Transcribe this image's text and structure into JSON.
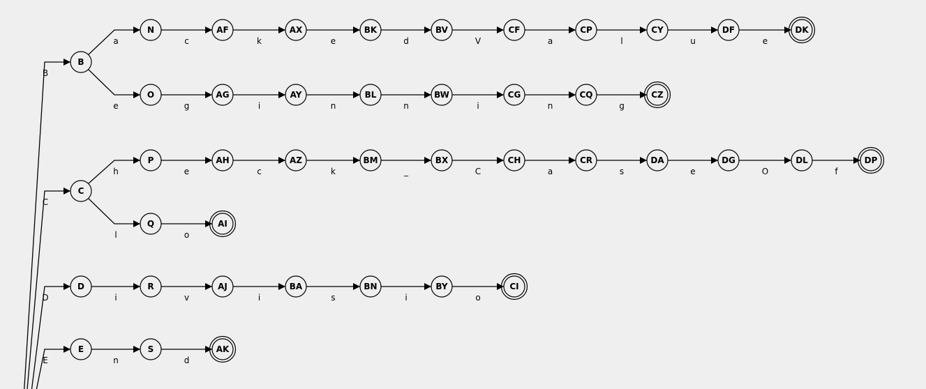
{
  "colors": {
    "background": "#efefef",
    "stroke": "#000000"
  },
  "nodes": [
    {
      "id": "B"
    },
    {
      "id": "C"
    },
    {
      "id": "D"
    },
    {
      "id": "E"
    },
    {
      "id": "N"
    },
    {
      "id": "AF"
    },
    {
      "id": "AX"
    },
    {
      "id": "BK"
    },
    {
      "id": "BV"
    },
    {
      "id": "CF"
    },
    {
      "id": "CP"
    },
    {
      "id": "CY"
    },
    {
      "id": "DF"
    },
    {
      "id": "DK",
      "accept": true
    },
    {
      "id": "O"
    },
    {
      "id": "AG"
    },
    {
      "id": "AY"
    },
    {
      "id": "BL"
    },
    {
      "id": "BW"
    },
    {
      "id": "CG"
    },
    {
      "id": "CQ"
    },
    {
      "id": "CZ",
      "accept": true
    },
    {
      "id": "P"
    },
    {
      "id": "AH"
    },
    {
      "id": "AZ"
    },
    {
      "id": "BM"
    },
    {
      "id": "BX"
    },
    {
      "id": "CH"
    },
    {
      "id": "CR"
    },
    {
      "id": "DA"
    },
    {
      "id": "DG"
    },
    {
      "id": "DL"
    },
    {
      "id": "DP",
      "accept": true
    },
    {
      "id": "Q"
    },
    {
      "id": "AI",
      "accept": true
    },
    {
      "id": "R"
    },
    {
      "id": "AJ"
    },
    {
      "id": "BA"
    },
    {
      "id": "BN"
    },
    {
      "id": "BY"
    },
    {
      "id": "CI",
      "accept": true
    },
    {
      "id": "S"
    },
    {
      "id": "AK",
      "accept": true
    }
  ],
  "edges": [
    {
      "from": "ROOT",
      "to": "B",
      "label": "B"
    },
    {
      "from": "ROOT",
      "to": "C",
      "label": "C"
    },
    {
      "from": "ROOT",
      "to": "D",
      "label": "D"
    },
    {
      "from": "ROOT",
      "to": "E",
      "label": "E"
    },
    {
      "from": "B",
      "to": "N",
      "label": "a"
    },
    {
      "from": "N",
      "to": "AF",
      "label": "c"
    },
    {
      "from": "AF",
      "to": "AX",
      "label": "k"
    },
    {
      "from": "AX",
      "to": "BK",
      "label": "e"
    },
    {
      "from": "BK",
      "to": "BV",
      "label": "d"
    },
    {
      "from": "BV",
      "to": "CF",
      "label": "V"
    },
    {
      "from": "CF",
      "to": "CP",
      "label": "a"
    },
    {
      "from": "CP",
      "to": "CY",
      "label": "l"
    },
    {
      "from": "CY",
      "to": "DF",
      "label": "u"
    },
    {
      "from": "DF",
      "to": "DK",
      "label": "e"
    },
    {
      "from": "B",
      "to": "O",
      "label": "e"
    },
    {
      "from": "O",
      "to": "AG",
      "label": "g"
    },
    {
      "from": "AG",
      "to": "AY",
      "label": "i"
    },
    {
      "from": "AY",
      "to": "BL",
      "label": "n"
    },
    {
      "from": "BL",
      "to": "BW",
      "label": "n"
    },
    {
      "from": "BW",
      "to": "CG",
      "label": "i"
    },
    {
      "from": "CG",
      "to": "CQ",
      "label": "n"
    },
    {
      "from": "CQ",
      "to": "CZ",
      "label": "g"
    },
    {
      "from": "C",
      "to": "P",
      "label": "h"
    },
    {
      "from": "P",
      "to": "AH",
      "label": "e"
    },
    {
      "from": "AH",
      "to": "AZ",
      "label": "c"
    },
    {
      "from": "AZ",
      "to": "BM",
      "label": "k"
    },
    {
      "from": "BM",
      "to": "BX",
      "label": "_"
    },
    {
      "from": "BX",
      "to": "CH",
      "label": "C"
    },
    {
      "from": "CH",
      "to": "CR",
      "label": "a"
    },
    {
      "from": "CR",
      "to": "DA",
      "label": "s"
    },
    {
      "from": "DA",
      "to": "DG",
      "label": "e"
    },
    {
      "from": "DG",
      "to": "DL",
      "label": "O"
    },
    {
      "from": "DL",
      "to": "DP",
      "label": "f"
    },
    {
      "from": "C",
      "to": "Q",
      "label": "l"
    },
    {
      "from": "Q",
      "to": "AI",
      "label": "o"
    },
    {
      "from": "D",
      "to": "R",
      "label": "i"
    },
    {
      "from": "R",
      "to": "AJ",
      "label": "v"
    },
    {
      "from": "AJ",
      "to": "BA",
      "label": "i"
    },
    {
      "from": "BA",
      "to": "BN",
      "label": "s"
    },
    {
      "from": "BN",
      "to": "BY",
      "label": "i"
    },
    {
      "from": "BY",
      "to": "CI",
      "label": "o"
    },
    {
      "from": "E",
      "to": "S",
      "label": "n"
    },
    {
      "from": "S",
      "to": "AK",
      "label": "d"
    }
  ]
}
